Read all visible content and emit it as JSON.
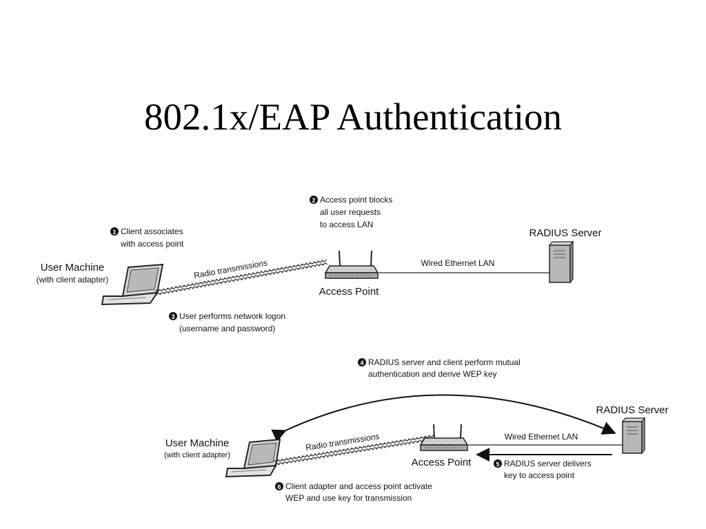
{
  "title": "802.1x/EAP Authentication",
  "top": {
    "step1": {
      "num": "1",
      "lines": [
        "Client  associates",
        "with access point"
      ]
    },
    "step2": {
      "num": "2",
      "lines": [
        "Access point blocks",
        "all user requests",
        "to access LAN"
      ]
    },
    "step3": {
      "num": "3",
      "lines": [
        "User performs network logon",
        "(username and password)"
      ]
    },
    "user_machine": "User Machine",
    "user_sub": "(with client adapter)",
    "radio": "Radio transmissions",
    "access_point": "Access Point",
    "wired": "Wired Ethernet LAN",
    "radius": "RADIUS Server"
  },
  "bottom": {
    "step4": {
      "num": "4",
      "lines": [
        "RADIUS server and client perform mutual",
        "authentication and derive WEP key"
      ]
    },
    "step5": {
      "num": "5",
      "lines": [
        "RADIUS server delivers",
        "key to access point"
      ]
    },
    "step6": {
      "num": "6",
      "lines": [
        "Client adapter and access point activate",
        "WEP and use key for transmission"
      ]
    },
    "user_machine": "User Machine",
    "user_sub": "(with client adapter)",
    "radio": "Radio transmissions",
    "access_point": "Access Point",
    "wired": "Wired Ethernet LAN",
    "radius": "RADIUS Server"
  }
}
